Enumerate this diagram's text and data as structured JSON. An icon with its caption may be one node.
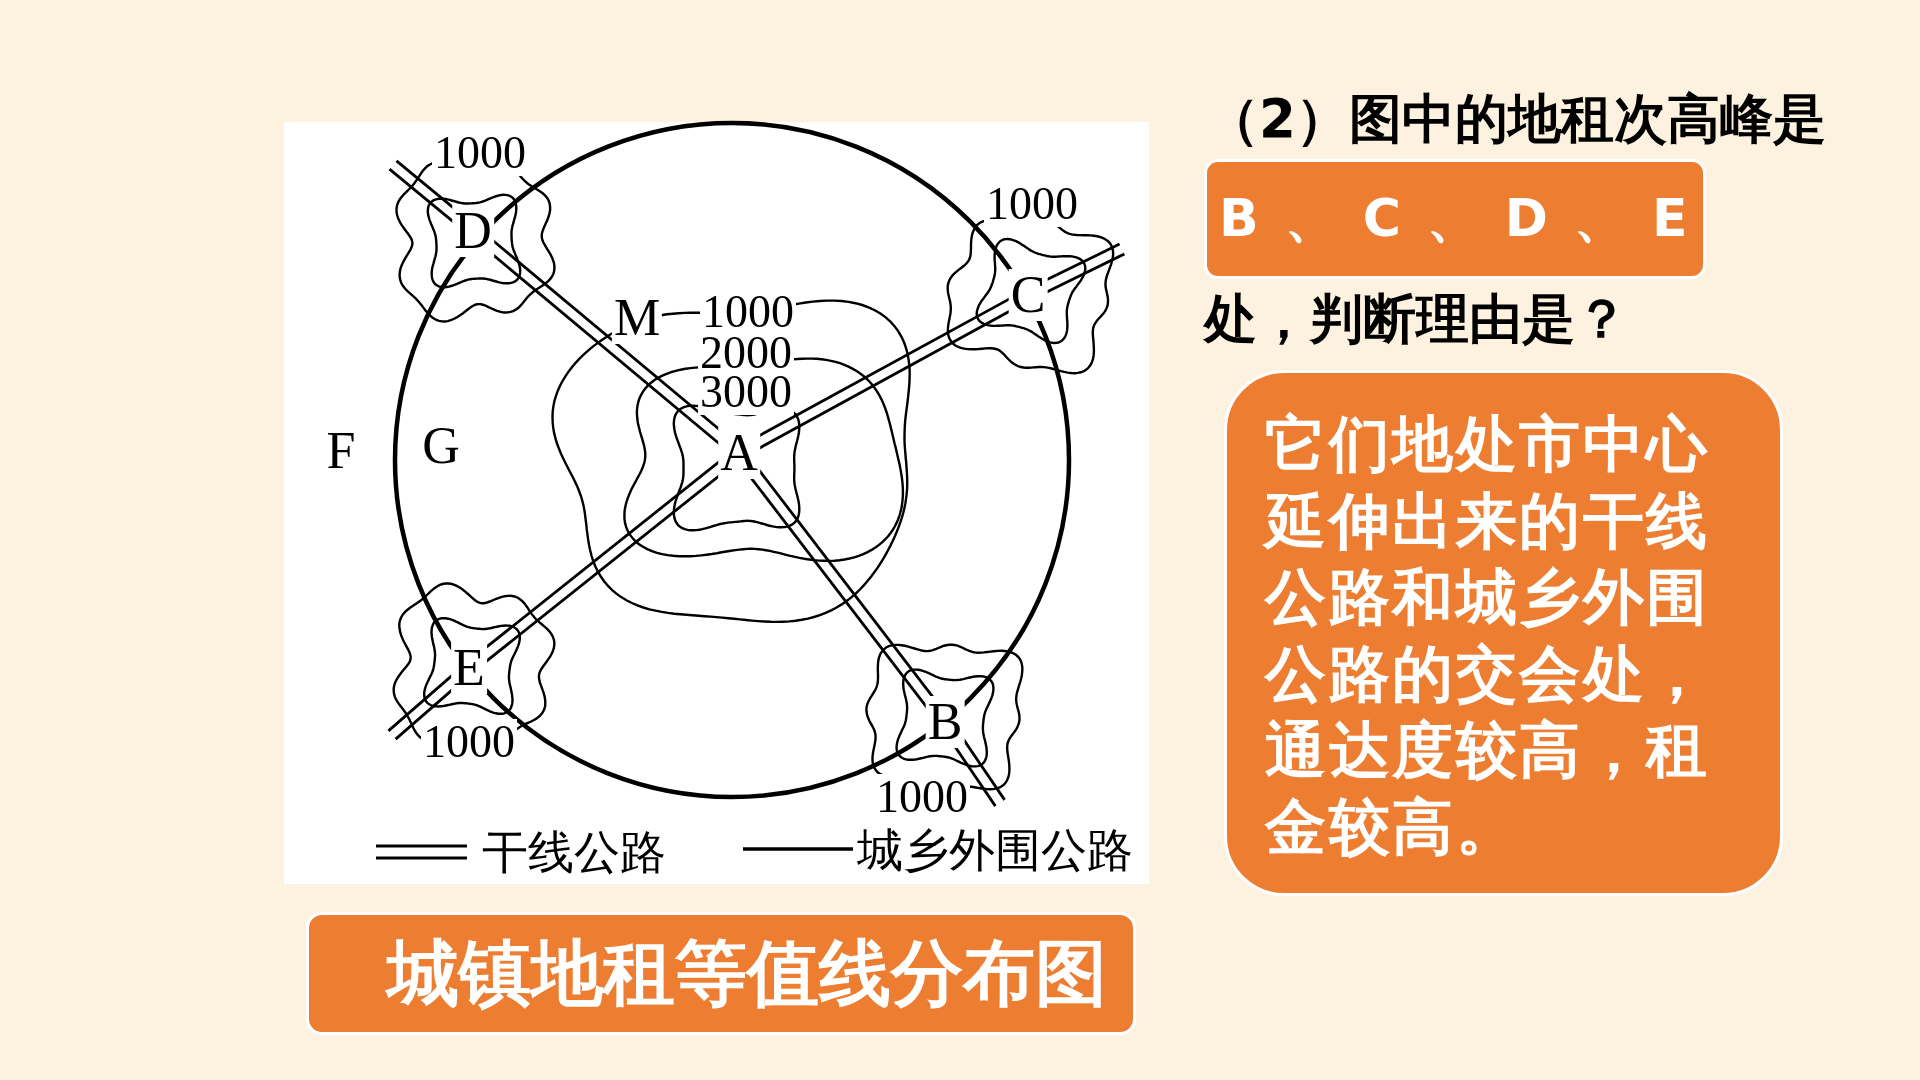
{
  "diagram": {
    "nodes": [
      {
        "text": [
          "城镇地租等值线分布图"
        ]
      },
      {
        "text": [
          "B、C、D、E"
        ]
      },
      {
        "text": [
          "它们地处市中心延伸出来的干线公路和城乡外围公路的交会处，通达度较高，租金较高。"
        ]
      }
    ],
    "labels": [
      "1000",
      "1000",
      "D",
      "C",
      "M",
      "1000",
      "2000",
      "3000",
      "F",
      "G",
      "A",
      "E",
      "B",
      "1000",
      "1000",
      "（2）图中的地租次高峰是",
      "处，判断理由是？"
    ],
    "legend": [
      {
        "text": "干线公路"
      },
      {
        "text": "城乡外围公路"
      }
    ]
  }
}
